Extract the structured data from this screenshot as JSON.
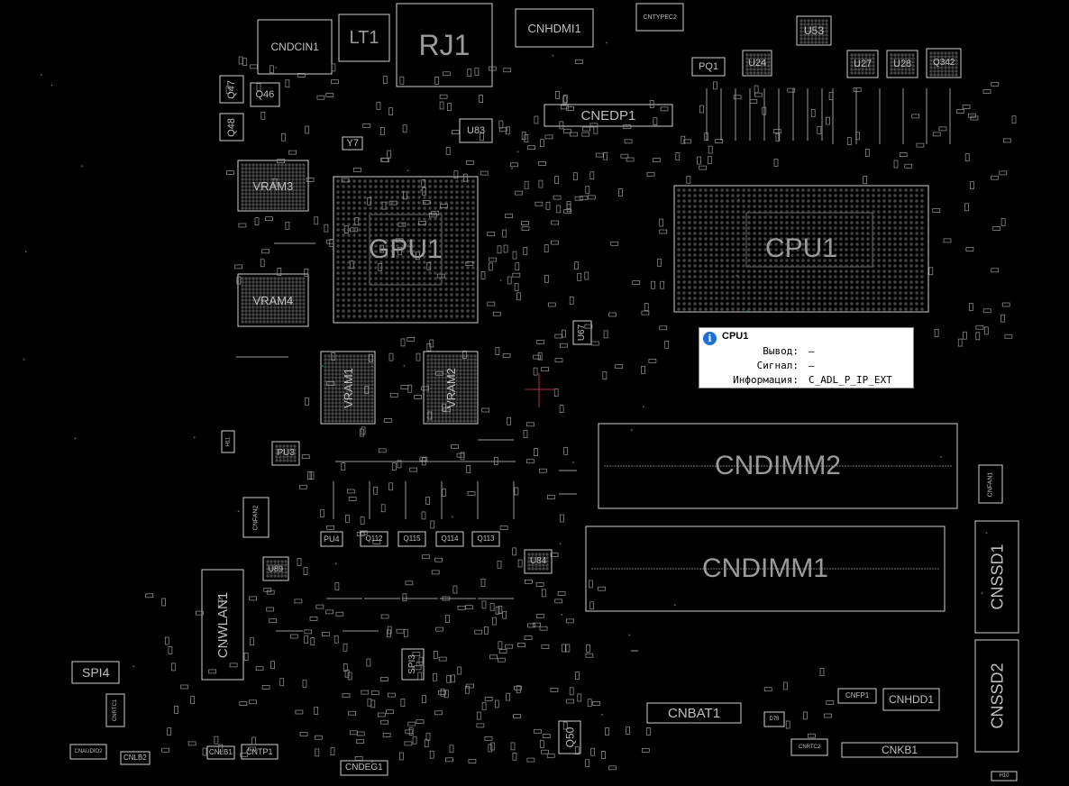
{
  "board": {
    "components": [
      {
        "ref": "CNDCIN1",
        "label": "CNDCIN1"
      },
      {
        "ref": "LT1",
        "label": "LT1"
      },
      {
        "ref": "RJ1",
        "label": "RJ1"
      },
      {
        "ref": "CNHDMI1",
        "label": "CNHDMI1"
      },
      {
        "ref": "CNTYPEC2",
        "label": "CNTYPEC2"
      },
      {
        "ref": "U53",
        "label": "U53"
      },
      {
        "ref": "PQ1",
        "label": "PQ1"
      },
      {
        "ref": "U24",
        "label": "U24"
      },
      {
        "ref": "U27",
        "label": "U27"
      },
      {
        "ref": "U28",
        "label": "U28"
      },
      {
        "ref": "Q342",
        "label": "Q342"
      },
      {
        "ref": "Q47",
        "label": "Q47"
      },
      {
        "ref": "Q46",
        "label": "Q46"
      },
      {
        "ref": "Q48",
        "label": "Q48"
      },
      {
        "ref": "Y7",
        "label": "Y7"
      },
      {
        "ref": "U83",
        "label": "U83"
      },
      {
        "ref": "CNEDP1",
        "label": "CNEDP1"
      },
      {
        "ref": "VRAM3",
        "label": "VRAM3"
      },
      {
        "ref": "VRAM4",
        "label": "VRAM4"
      },
      {
        "ref": "GPU1",
        "label": "GPU1"
      },
      {
        "ref": "CPU1",
        "label": "CPU1"
      },
      {
        "ref": "U67",
        "label": "U67"
      },
      {
        "ref": "VRAM1",
        "label": "VRAM1"
      },
      {
        "ref": "VRAM2",
        "label": "VRAM2"
      },
      {
        "ref": "CNDIMM2",
        "label": "CNDIMM2"
      },
      {
        "ref": "CNDIMM1",
        "label": "CNDIMM1"
      },
      {
        "ref": "PU3",
        "label": "PU3"
      },
      {
        "ref": "H11",
        "label": "H11"
      },
      {
        "ref": "CNFAN1",
        "label": "CNFAN1"
      },
      {
        "ref": "CNFAN2",
        "label": "CNFAN2"
      },
      {
        "ref": "PU4",
        "label": "PU4"
      },
      {
        "ref": "Q112",
        "label": "Q112"
      },
      {
        "ref": "Q115",
        "label": "Q115"
      },
      {
        "ref": "Q114",
        "label": "Q114"
      },
      {
        "ref": "Q113",
        "label": "Q113"
      },
      {
        "ref": "U84",
        "label": "U84"
      },
      {
        "ref": "U89",
        "label": "U89"
      },
      {
        "ref": "CNSSD1",
        "label": "CNSSD1"
      },
      {
        "ref": "CNSSD2",
        "label": "CNSSD2"
      },
      {
        "ref": "CNWLAN1",
        "label": "CNWLAN1"
      },
      {
        "ref": "SPI4",
        "label": "SPI4"
      },
      {
        "ref": "SPI3",
        "label": "SPI3"
      },
      {
        "ref": "CNRTC1",
        "label": "CNRTC1"
      },
      {
        "ref": "CNAUDIO2",
        "label": "CNAUDIO2"
      },
      {
        "ref": "CNLB2",
        "label": "CNLB2"
      },
      {
        "ref": "CNLB1",
        "label": "CNLB1"
      },
      {
        "ref": "CNTP1",
        "label": "CNTP1"
      },
      {
        "ref": "CNDEG1",
        "label": "CNDEG1"
      },
      {
        "ref": "Q50",
        "label": "Q50"
      },
      {
        "ref": "CNBAT1",
        "label": "CNBAT1"
      },
      {
        "ref": "D78",
        "label": "D78"
      },
      {
        "ref": "CNRTC2",
        "label": "CNRTC2"
      },
      {
        "ref": "CNFP1",
        "label": "CNFP1"
      },
      {
        "ref": "CNHDD1",
        "label": "CNHDD1"
      },
      {
        "ref": "CNKB1",
        "label": "CNKB1"
      },
      {
        "ref": "H10",
        "label": "H10"
      }
    ]
  },
  "tooltip": {
    "icon": "info-icon",
    "icon_glyph": "i",
    "title": "CPU1",
    "rows": [
      {
        "key": "Вывод:",
        "value": "—"
      },
      {
        "key": "Сигнал:",
        "value": "—"
      },
      {
        "key": "Информация:",
        "value": "C_ADL_P_IP_EXT"
      }
    ]
  },
  "colors": {
    "background": "#000000",
    "outline": "#cfcfcf",
    "label": "#bfbfbf",
    "cursor": "#b0303a",
    "tooltip_icon": "#1c6fd6"
  }
}
